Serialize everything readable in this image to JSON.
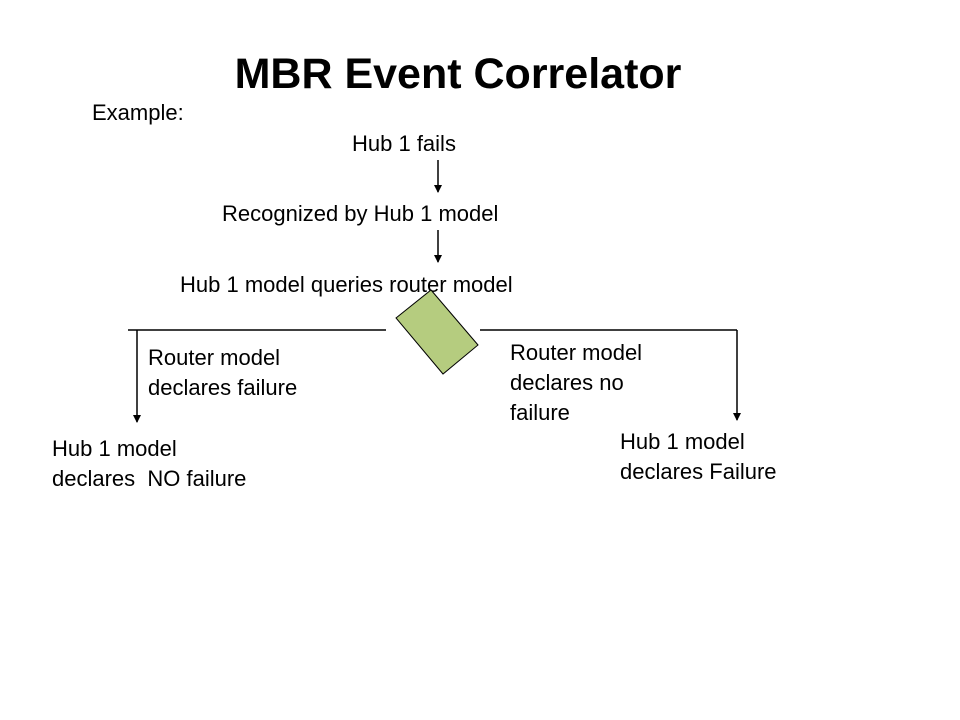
{
  "slide": {
    "title": "MBR Event Correlator",
    "intro_label": "Example:"
  },
  "flow": {
    "step1": "Hub 1 fails",
    "step2": "Recognized by Hub 1 model",
    "step3": "Hub 1 model queries router model"
  },
  "branches": {
    "left": {
      "condition": [
        "Router model",
        "declares failure"
      ],
      "outcome": [
        "Hub 1 model",
        "declares  NO failure"
      ]
    },
    "right": {
      "condition": [
        "Router model",
        "declares no",
        "failure"
      ],
      "outcome": [
        "Hub 1 model",
        "declares Failure"
      ]
    }
  },
  "colors": {
    "decision_fill": "#b5cc7f",
    "line": "#000000",
    "background": "#ffffff"
  }
}
